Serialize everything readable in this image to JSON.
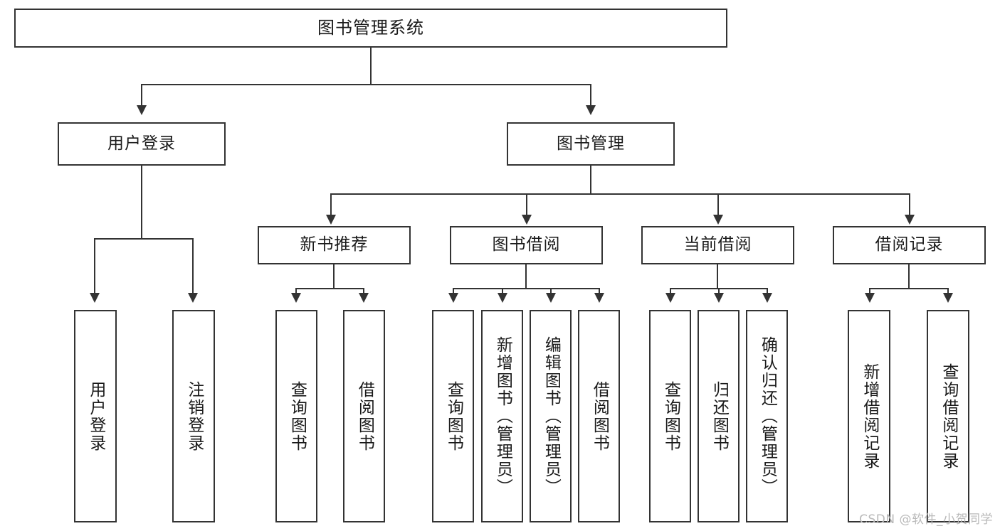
{
  "diagram": {
    "title_node": {
      "label": "图书管理系统"
    },
    "level1": [
      {
        "id": "user-login",
        "label": "用户登录"
      },
      {
        "id": "book-management",
        "label": "图书管理"
      }
    ],
    "level2": [
      {
        "id": "new-book-recommend",
        "label": "新书推荐"
      },
      {
        "id": "book-borrow",
        "label": "图书借阅"
      },
      {
        "id": "current-borrow",
        "label": "当前借阅"
      },
      {
        "id": "borrow-record",
        "label": "借阅记录"
      }
    ],
    "leaves": {
      "user_login": [
        {
          "id": "leaf-user-login",
          "label": "用户登录"
        },
        {
          "id": "leaf-logout-login",
          "label": "注销登录"
        }
      ],
      "new_book_recommend": [
        {
          "id": "leaf-query-book-1",
          "label": "查询图书"
        },
        {
          "id": "leaf-borrow-book-1",
          "label": "借阅图书"
        }
      ],
      "book_borrow": [
        {
          "id": "leaf-query-book-2",
          "label": "查询图书"
        },
        {
          "id": "leaf-add-book",
          "label": "新增图书（管理员）"
        },
        {
          "id": "leaf-edit-book",
          "label": "编辑图书（管理员）"
        },
        {
          "id": "leaf-borrow-book-2",
          "label": "借阅图书"
        }
      ],
      "current_borrow": [
        {
          "id": "leaf-query-book-3",
          "label": "查询图书"
        },
        {
          "id": "leaf-return-book",
          "label": "归还图书"
        },
        {
          "id": "leaf-confirm-return",
          "label": "确认归还（管理员）"
        }
      ],
      "borrow_record": [
        {
          "id": "leaf-add-record",
          "label": "新增借阅记录"
        },
        {
          "id": "leaf-query-record",
          "label": "查询借阅记录"
        }
      ]
    }
  },
  "watermark": {
    "text": "CSDN @软件_小贺同学"
  },
  "colors": {
    "stroke": "#333333",
    "background": "#ffffff",
    "text": "#1a1a1a",
    "watermark": "#b9b9b9"
  }
}
